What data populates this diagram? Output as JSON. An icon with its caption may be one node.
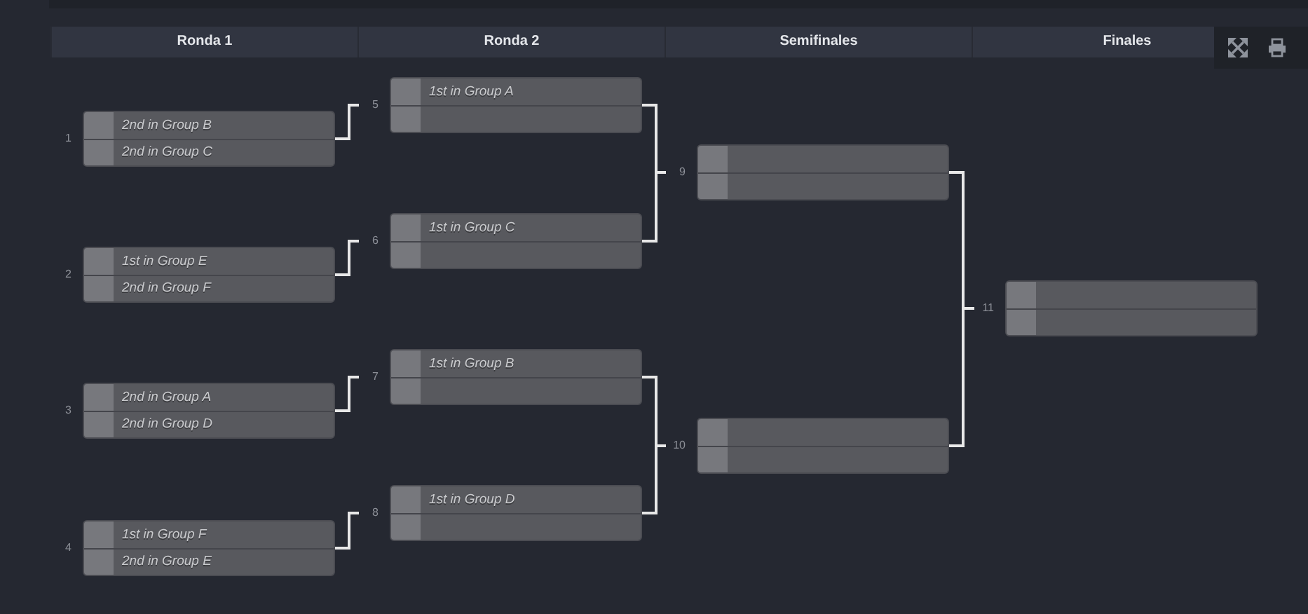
{
  "diagram": {
    "nodes": [
      {
        "text": [
          "2nd in Group B",
          "2nd in Group C"
        ],
        "beside": [
          "1"
        ]
      },
      {
        "text": [
          "1st in Group E",
          "2nd in Group F"
        ],
        "beside": [
          "2"
        ]
      },
      {
        "text": [
          "2nd in Group A",
          "2nd in Group D"
        ],
        "beside": [
          "3"
        ]
      },
      {
        "text": [
          "1st in Group F",
          "2nd in Group E"
        ],
        "beside": [
          "4"
        ]
      },
      {
        "text": [
          "1st in Group A"
        ],
        "beside": [
          "5"
        ]
      },
      {
        "text": [
          "1st in Group C"
        ],
        "beside": [
          "6"
        ]
      },
      {
        "text": [
          "1st in Group B"
        ],
        "beside": [
          "7"
        ]
      },
      {
        "text": [
          "1st in Group D"
        ],
        "beside": [
          "8"
        ]
      },
      {
        "text": [],
        "shape": "box",
        "beside": [
          "9"
        ]
      },
      {
        "text": [],
        "shape": "box",
        "beside": [
          "10"
        ]
      },
      {
        "text": [],
        "shape": "box",
        "beside": [
          "11"
        ]
      }
    ],
    "edges": [
      {
        "from": 0,
        "to": 4,
        "arrow": "none"
      },
      {
        "from": 1,
        "to": 5,
        "arrow": "none"
      },
      {
        "from": 2,
        "to": 6,
        "arrow": "none"
      },
      {
        "from": 3,
        "to": 7,
        "arrow": "none"
      },
      {
        "from": 4,
        "to": 8,
        "arrow": "none"
      },
      {
        "from": 5,
        "to": 8,
        "arrow": "none"
      },
      {
        "from": 6,
        "to": 9,
        "arrow": "none"
      },
      {
        "from": 7,
        "to": 9,
        "arrow": "none"
      },
      {
        "from": 8,
        "to": 10,
        "arrow": "none"
      },
      {
        "from": 9,
        "to": 10,
        "arrow": "none"
      }
    ],
    "labels": [
      "Ronda 1",
      "Ronda 2",
      "Semifinales",
      "Finales"
    ]
  }
}
